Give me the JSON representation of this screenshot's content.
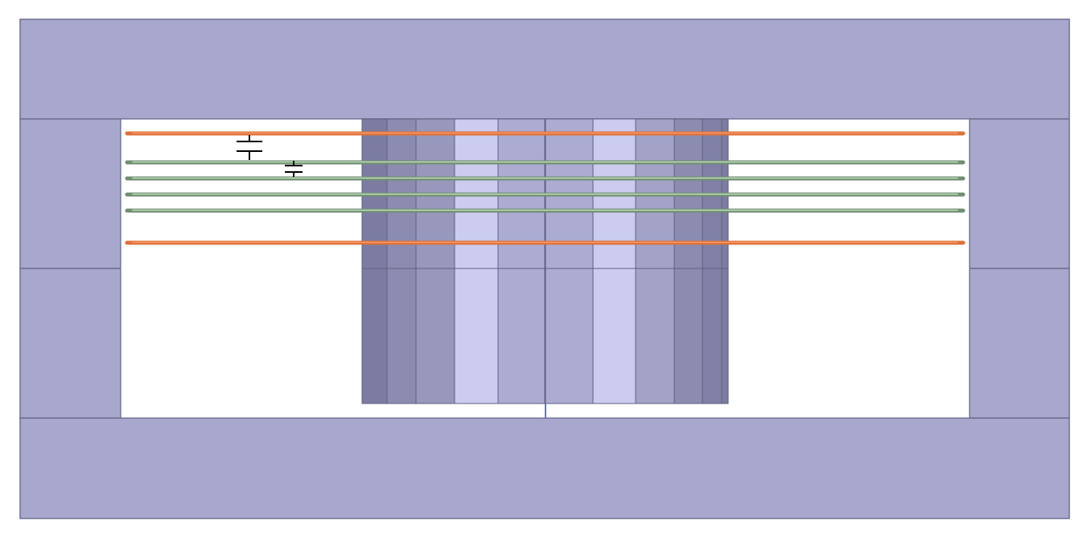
{
  "diagram": {
    "colors": {
      "background": "#ffffff",
      "frame_fill": "#a8a8ce",
      "frame_stroke": "#6f6f92",
      "window_fill": "#ffffff",
      "layer_stroke": "#5f5f80",
      "hot_trace": "#e07038",
      "hot_trace_highlight": "#f6a373",
      "cool_trace": "#6f8f70",
      "cool_trace_highlight": "#cfeccc",
      "center_line": "#5a78d8",
      "symbol": "#000000"
    },
    "core_layers": [
      {
        "fill": "#7c7ca2"
      },
      {
        "fill": "#8c8cb0"
      },
      {
        "fill": "#9898bd"
      },
      {
        "fill": "#ccccef"
      },
      {
        "fill": "#acacd3"
      },
      {
        "fill": "#acacd3"
      },
      {
        "fill": "#ccccef"
      },
      {
        "fill": "#a3a3c8"
      },
      {
        "fill": "#8c8cb0"
      },
      {
        "fill": "#8080a6"
      },
      {
        "fill": "#7c7ca2"
      }
    ],
    "traces": [
      {
        "kind": "hot"
      },
      {
        "kind": "cool"
      },
      {
        "kind": "cool"
      },
      {
        "kind": "cool"
      },
      {
        "kind": "cool"
      },
      {
        "kind": "hot"
      }
    ],
    "capacitor_icons": [
      {
        "icon": "capacitor-icon",
        "size": "large"
      },
      {
        "icon": "capacitor-icon",
        "size": "small"
      }
    ]
  }
}
